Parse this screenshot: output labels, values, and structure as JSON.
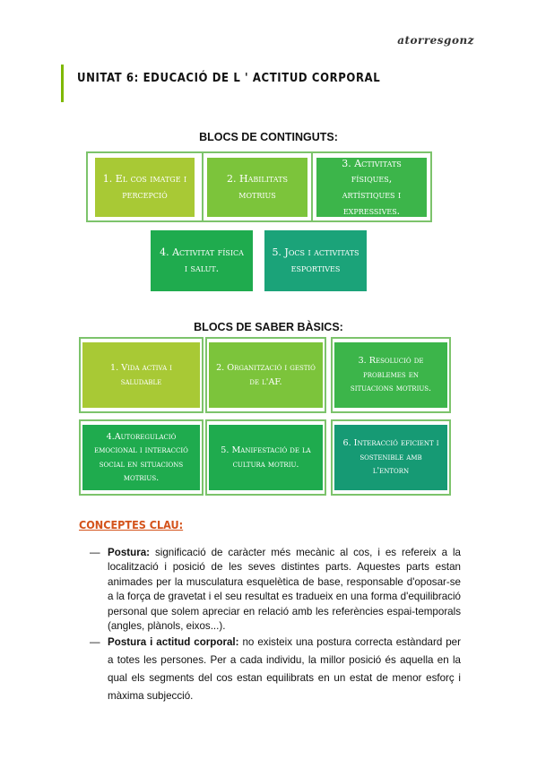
{
  "author": "atorresgonz",
  "title": "UNITAT 6: EDUCACIÓ DE L ' ACTITUD CORPORAL",
  "blocs_continguts": {
    "heading": "BLOCS DE CONTINGUTS:",
    "items": [
      "1. El cos imatge i percepció",
      "2. Habilitats motrius",
      "3. Activitats físiques, artístiques i expressives.",
      "4. Activitat física i salut.",
      "5. Jocs i activitats esportives"
    ]
  },
  "blocs_saber": {
    "heading": "BLOCS DE SABER BÀSICS:",
    "items": [
      "1. Vida activa i saludable",
      "2. Organització i gestió de l'AF.",
      "3. Resolució de problemes en situacions motrius.",
      "4.Autoregulació emocional i interacció social en situacions motrius.",
      "5. Manifestació de la cultura motriu.",
      "6. Interacció eficient i sostenible amb l'entorn"
    ]
  },
  "concepts": {
    "heading": "CONCEPTES CLAU:",
    "items": [
      {
        "term": "Postura:",
        "text": " significació de caràcter més mecànic al cos, i es refereix a la localització i posició  de les seves distintes parts. Aquestes parts estan animades per la musculatura esquelètica de base, responsable d'oposar-se a la força de gravetat i el seu resultat es tradueix en una forma d'equilibració personal que solem apreciar en relació amb les referències espai-temporals (angles, plànols, eixos...)."
      },
      {
        "term": "Postura i actitud corporal:",
        "text": " no existeix una postura correcta estàndard per a totes les persones. Per a cada individu, la millor posició és aquella en la qual els segments del cos estan equilibrats en un estat de menor esforç i màxima subjecció."
      }
    ]
  },
  "colors": {
    "lime": "#a8c935",
    "green_light": "#7cc43b",
    "green_mid": "#3cb54a",
    "green": "#1fab4e",
    "teal": "#1ba379",
    "teal_dark": "#169a74",
    "accent_orange": "#d4531b"
  }
}
